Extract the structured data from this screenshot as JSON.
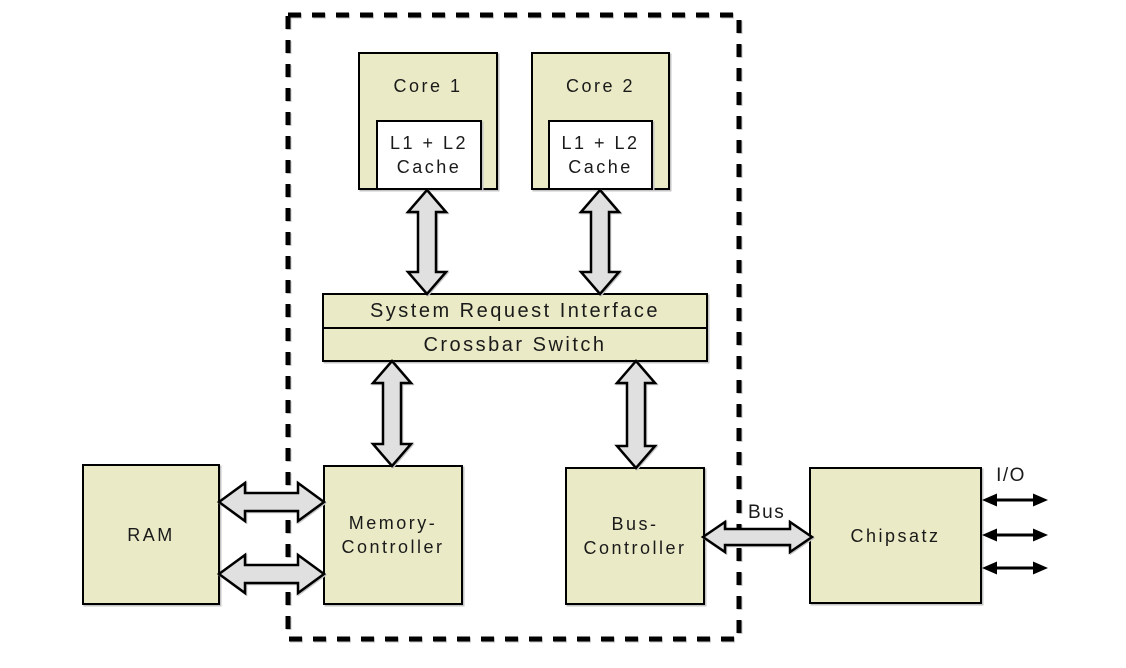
{
  "colors": {
    "box_fill": "#eaeac6",
    "cache_fill": "#ffffff",
    "arrow_fill": "#e0e0e0",
    "line": "#000000",
    "text": "#1a1a1a",
    "background": "#ffffff",
    "shadow": "#c4c4c4"
  },
  "nodes": {
    "core1": {
      "label": "Core 1"
    },
    "cache1": {
      "label": "L1 + L2\nCache"
    },
    "core2": {
      "label": "Core 2"
    },
    "cache2": {
      "label": "L1 + L2\nCache"
    },
    "sri": {
      "label": "System Request Interface"
    },
    "crossbar": {
      "label": "Crossbar Switch"
    },
    "ram": {
      "label": "RAM"
    },
    "memory_controller": {
      "label": "Memory-\nController"
    },
    "bus_controller": {
      "label": "Bus-\nController"
    },
    "chipset": {
      "label": "Chipsatz"
    }
  },
  "annotations": {
    "bus": "Bus",
    "io": "I/O"
  }
}
